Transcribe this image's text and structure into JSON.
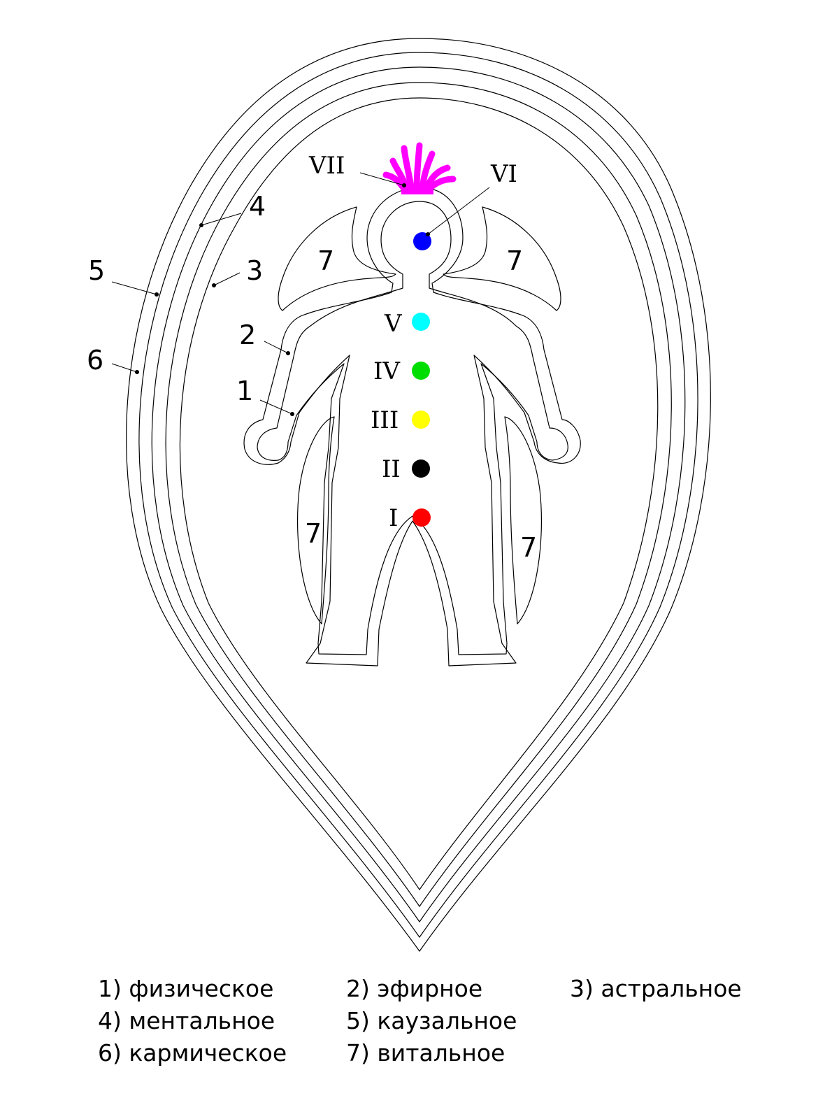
{
  "layer_labels": {
    "l1": "1",
    "l2": "2",
    "l3": "3",
    "l4": "4",
    "l5": "5",
    "l6": "6",
    "l7": "7"
  },
  "chakras": [
    {
      "label": "VII",
      "color": "#ff00ff"
    },
    {
      "label": "VI",
      "color": "#0000ff"
    },
    {
      "label": "V",
      "color": "#00ffff"
    },
    {
      "label": "IV",
      "color": "#00dd00"
    },
    {
      "label": "III",
      "color": "#ffff00"
    },
    {
      "label": "II",
      "color": "#000000"
    },
    {
      "label": "I",
      "color": "#ff0000"
    }
  ],
  "legend": [
    {
      "text": "1) физическое"
    },
    {
      "text": "2) эфирное"
    },
    {
      "text": "3) астральное"
    },
    {
      "text": "4) ментальное"
    },
    {
      "text": "5) каузальное"
    },
    {
      "text": "6) кармическое"
    },
    {
      "text": "7) витальное"
    }
  ]
}
